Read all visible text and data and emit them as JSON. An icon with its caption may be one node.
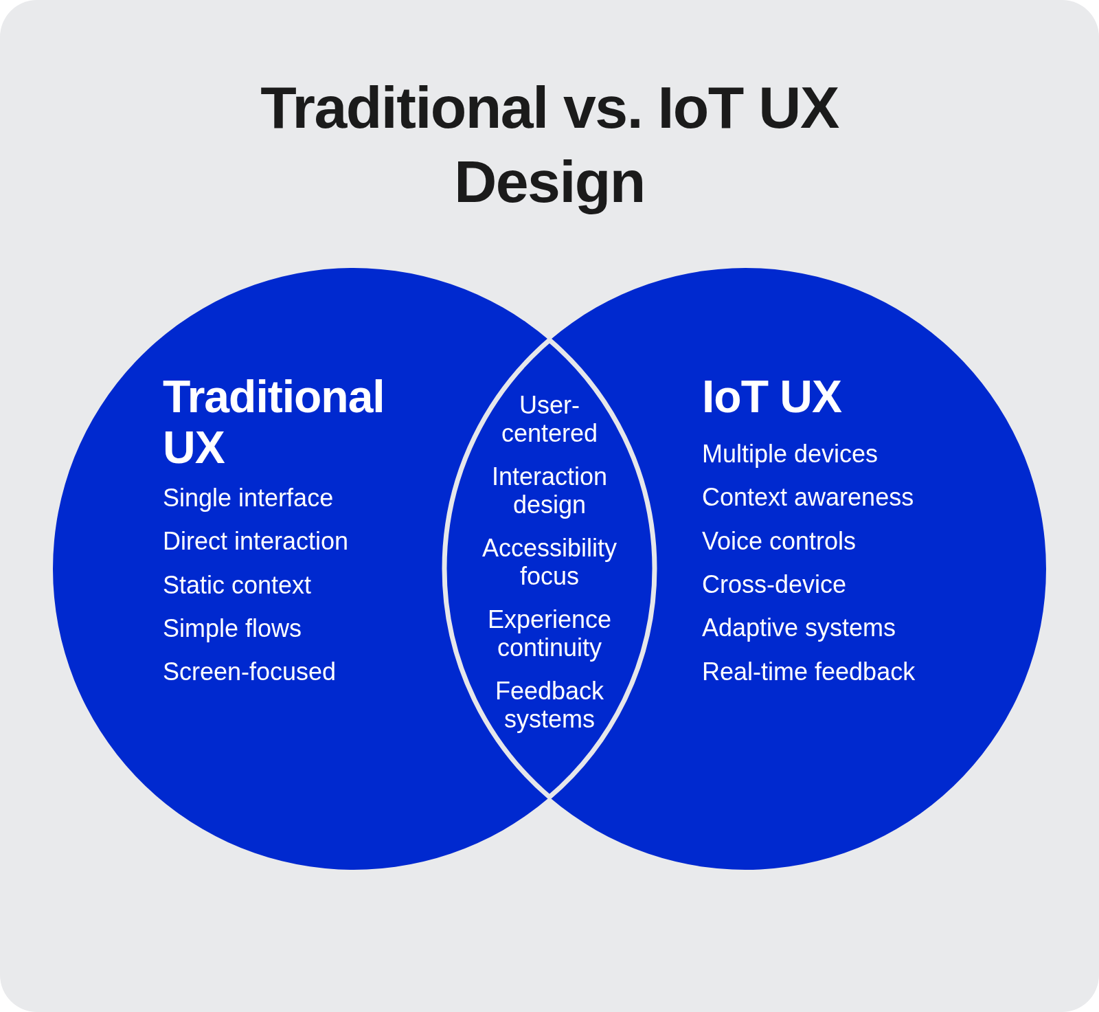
{
  "diagram": {
    "title": "Traditional vs. IoT UX Design",
    "nodes": [
      {
        "text": [
          "Traditional UX",
          "Single interface",
          "Direct interaction",
          "Static context",
          "Simple flows",
          "Screen-focused"
        ]
      },
      {
        "text": [
          "IoT UX",
          "Multiple devices",
          "Context awareness",
          "Voice controls",
          "Cross-device",
          "Adaptive systems",
          "Real-time feedback"
        ]
      },
      {
        "text": [
          "User-centered",
          "Interaction design",
          "Accessibility focus",
          "Experience continuity",
          "Feedback systems"
        ]
      }
    ],
    "edges": []
  }
}
